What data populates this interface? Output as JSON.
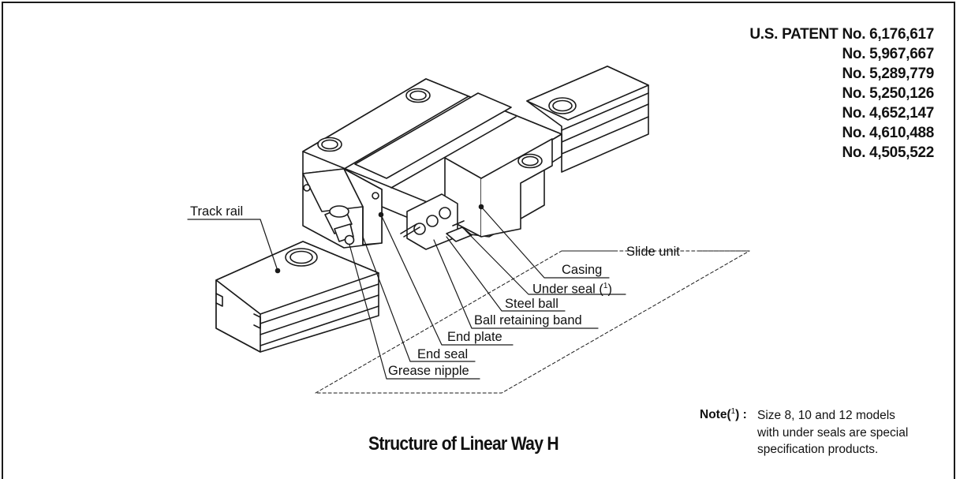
{
  "patents": {
    "prefix": "U.S. PATENT",
    "numbers": [
      "No. 6,176,617",
      "No. 5,967,667",
      "No. 5,289,779",
      "No. 5,250,126",
      "No. 4,652,147",
      "No. 4,610,488",
      "No. 4,505,522"
    ]
  },
  "labels": {
    "track_rail": "Track rail",
    "slide_unit": "Slide unit",
    "casing": "Casing",
    "under_seal": "Under seal (",
    "under_seal_sup": "1",
    "under_seal_close": ")",
    "steel_ball": "Steel ball",
    "ball_retaining_band": "Ball retaining band",
    "end_plate": "End plate",
    "end_seal": "End seal",
    "grease_nipple": "Grease nipple"
  },
  "caption": "Structure of Linear Way H",
  "note": {
    "label": "Note(",
    "label_sup": "1",
    "label_close": ") :",
    "lines": [
      "Size 8, 10 and 12 models",
      "with under seals are special",
      "specification products."
    ]
  }
}
